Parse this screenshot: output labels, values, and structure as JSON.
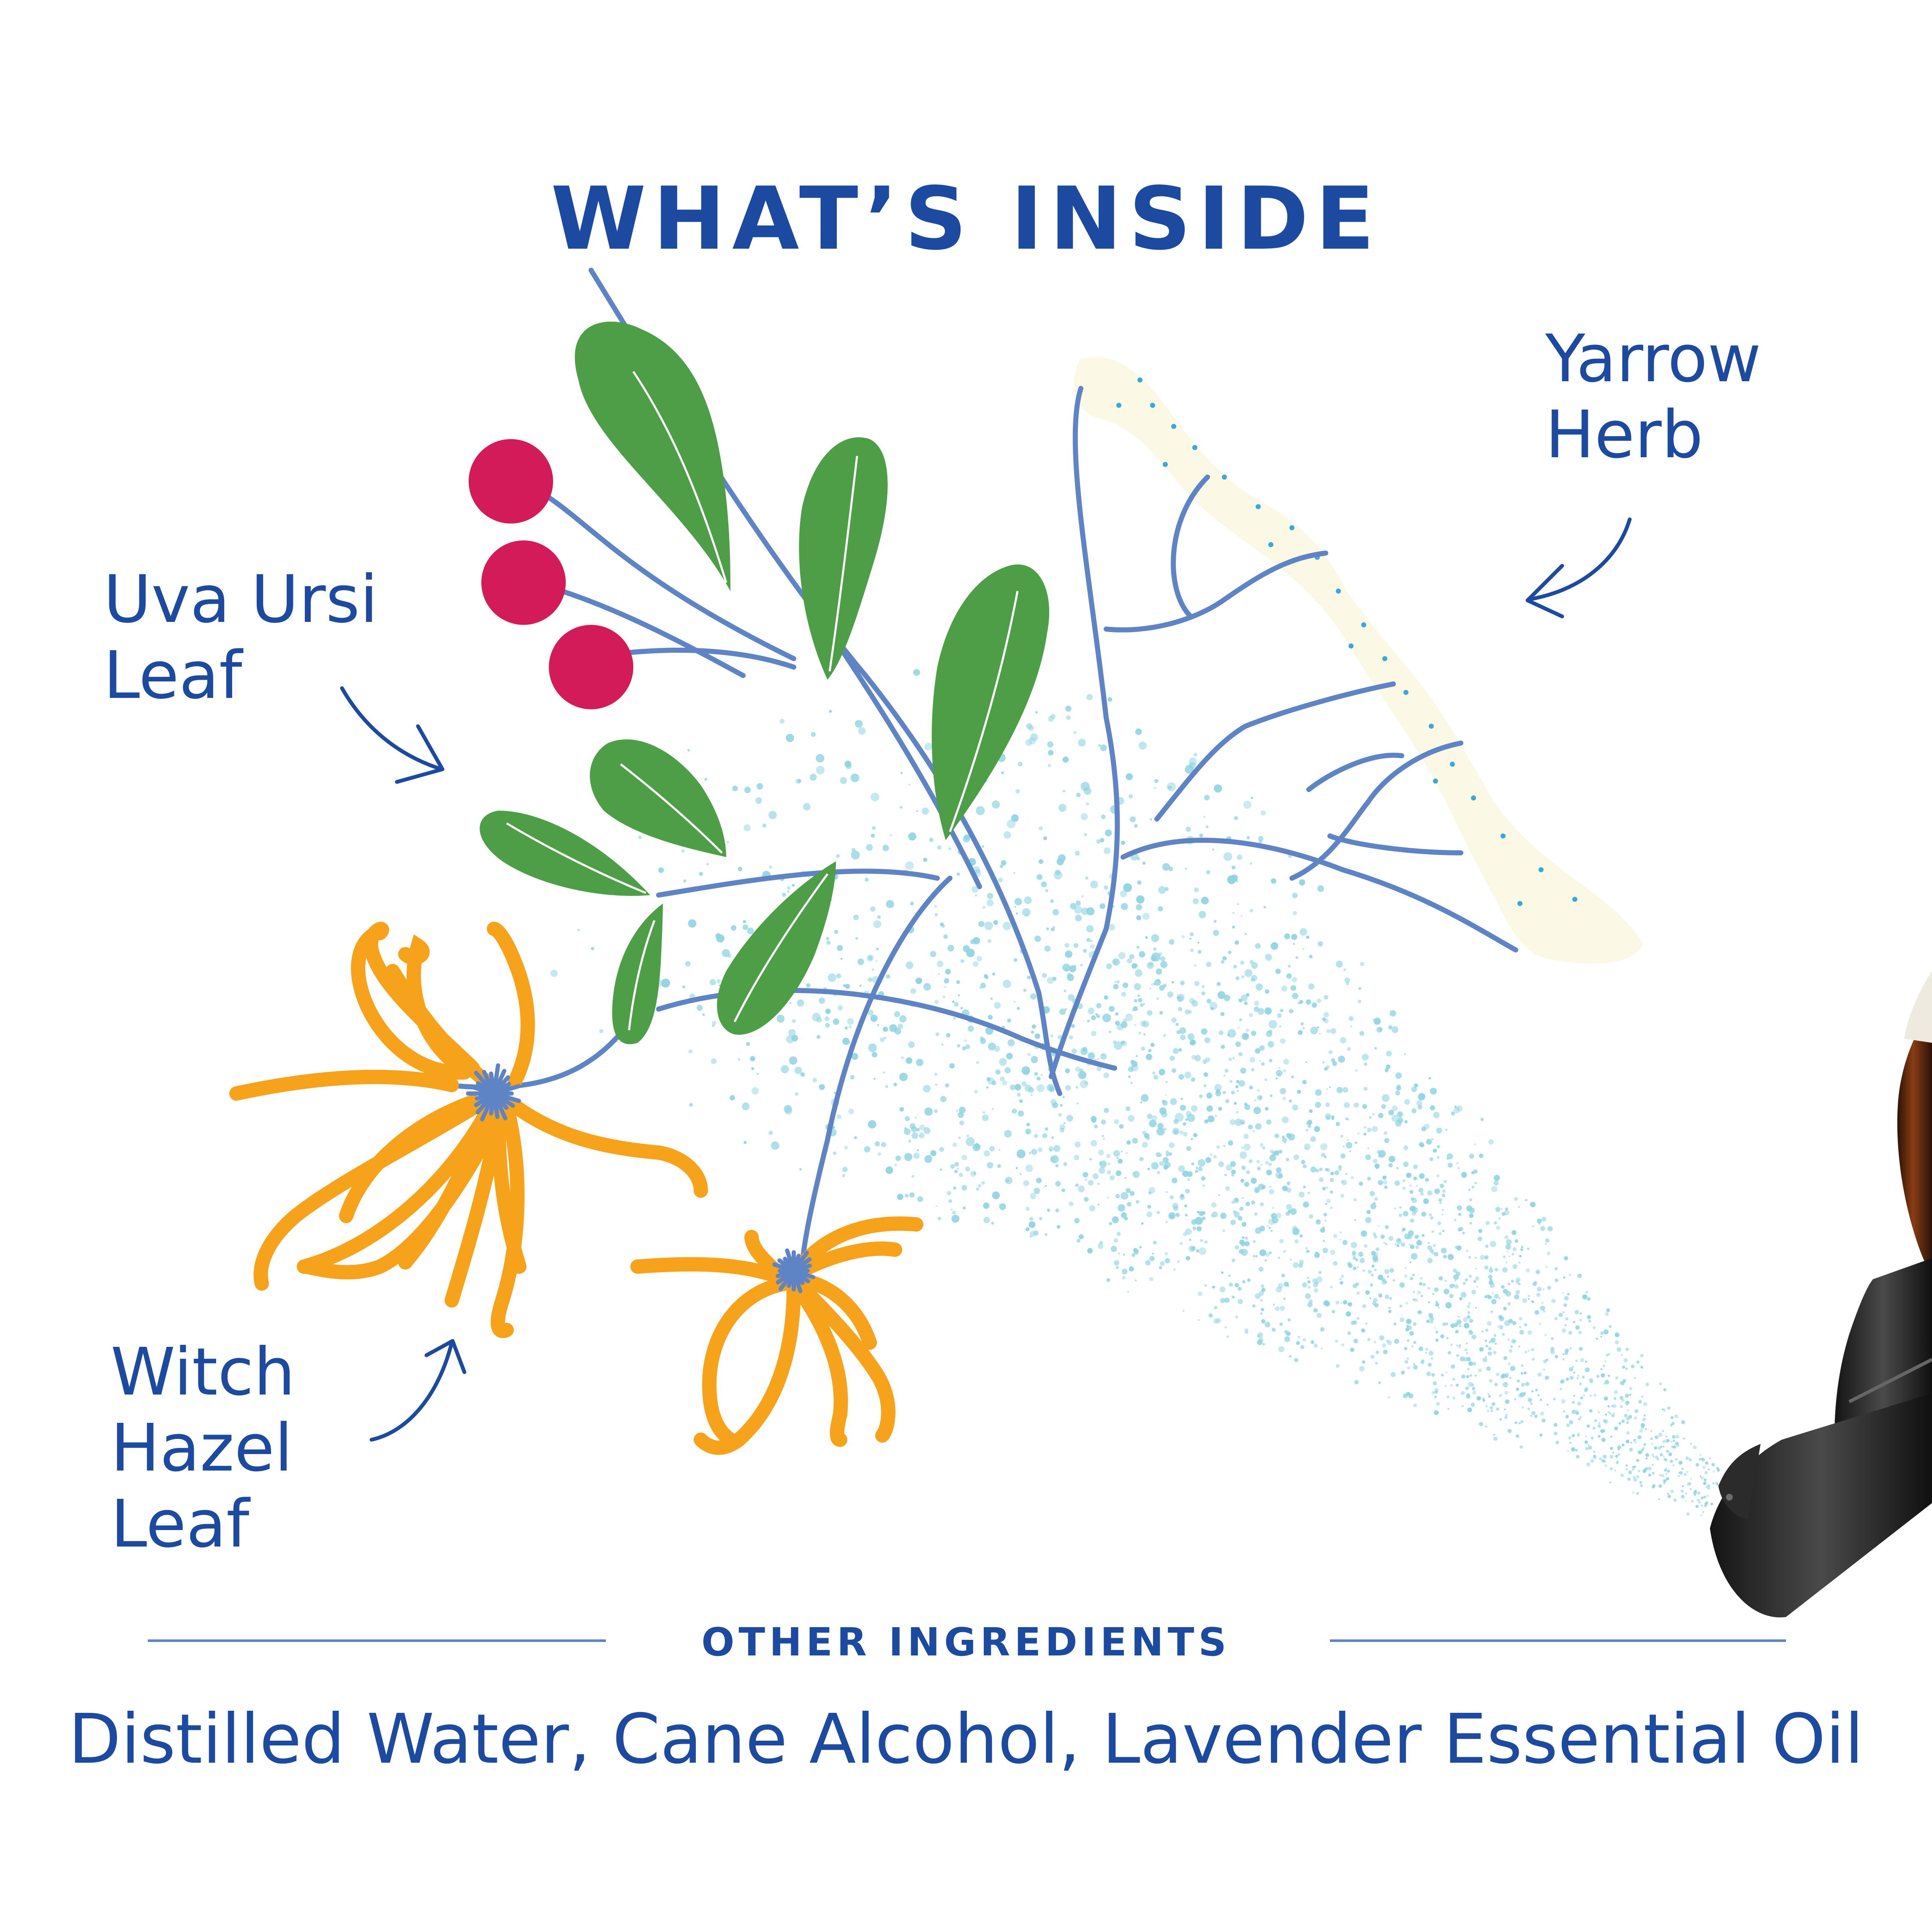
{
  "colors": {
    "text": "#1c4aa0",
    "stem": "#5f84c6",
    "leaf": "#4d9e47",
    "berry": "#d31b59",
    "petal": "#f7a21b",
    "yarrow": "#fbf9e6",
    "mist": "#8ed3e0",
    "rule": "#5f84c6"
  },
  "header": {
    "title": "WHAT’S INSIDE"
  },
  "herbs": [
    {
      "id": "uva-ursi",
      "lines": [
        "Uva Ursi",
        "Leaf"
      ]
    },
    {
      "id": "yarrow",
      "lines": [
        "Yarrow",
        "Herb"
      ]
    },
    {
      "id": "witch-hazel",
      "lines": [
        "Witch",
        "Hazel",
        "Leaf"
      ]
    }
  ],
  "other_ingredients": {
    "heading": "OTHER INGREDIENTS",
    "list": "Distilled Water, Cane Alcohol, Lavender Essential Oil"
  },
  "icons": [
    "arrow-icon",
    "spray-bottle-icon",
    "berry-icon",
    "leaf-icon",
    "flower-icon"
  ]
}
